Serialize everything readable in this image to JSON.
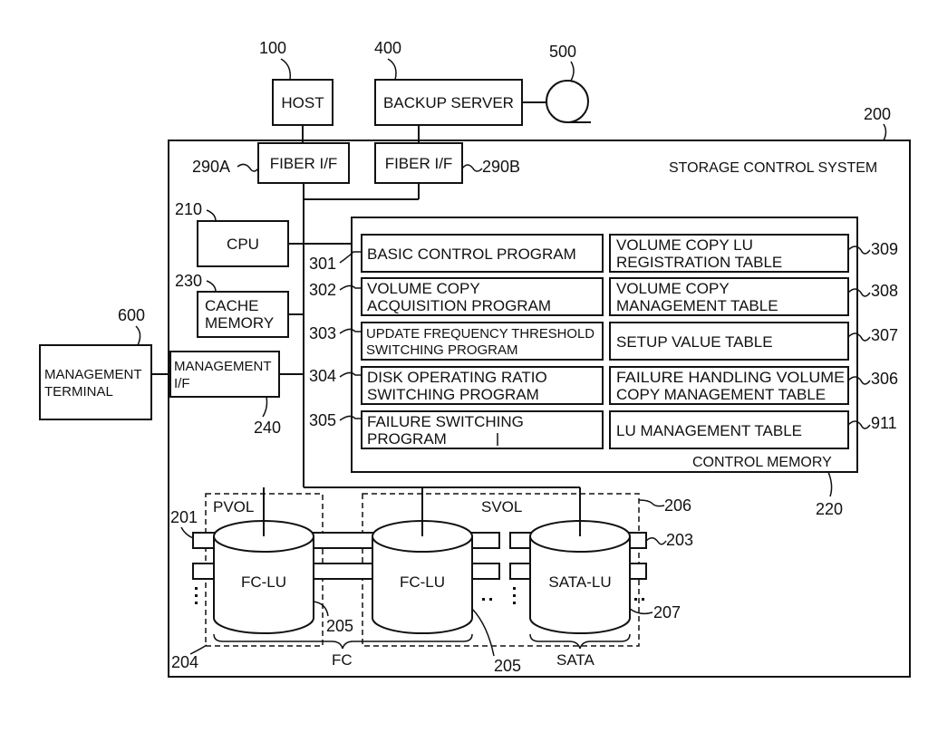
{
  "refs": {
    "host": "100",
    "backup_server": "400",
    "tape": "500",
    "storage_system": "200",
    "fiber_a": "290A",
    "fiber_b": "290B",
    "cpu": "210",
    "cache": "230",
    "mgmt_terminal": "600",
    "mgmt_if": "240",
    "control_memory": "220",
    "p301": "301",
    "p302": "302",
    "p303": "303",
    "p304": "304",
    "p305": "305",
    "t309": "309",
    "t308": "308",
    "t307": "307",
    "t306": "306",
    "t911": "911",
    "pvol_group": "201",
    "svol_group": "206",
    "sata_group": "203",
    "fc_group": "204",
    "lu_fc_1": "205",
    "lu_fc_2": "205",
    "lu_sata": "207"
  },
  "labels": {
    "host": "HOST",
    "backup_server": "BACKUP SERVER",
    "fiber_if_a": "FIBER I/F",
    "fiber_if_b": "FIBER I/F",
    "storage_control_system": "STORAGE CONTROL SYSTEM",
    "cpu": "CPU",
    "cache_line1": "CACHE",
    "cache_line2": "MEMORY",
    "mgmt_terminal_line1": "MANAGEMENT",
    "mgmt_terminal_line2": "TERMINAL",
    "mgmt_if_line1": "MANAGEMENT",
    "mgmt_if_line2": "I/F",
    "control_memory": "CONTROL MEMORY",
    "pvol": "PVOL",
    "svol": "SVOL",
    "fc_lu": "FC-LU",
    "sata_lu": "SATA-LU",
    "fc": "FC",
    "sata": "SATA"
  },
  "programs": [
    {
      "line1": "BASIC CONTROL PROGRAM",
      "line2": ""
    },
    {
      "line1": "VOLUME COPY",
      "line2": "ACQUISITION PROGRAM"
    },
    {
      "line1": "UPDATE FREQUENCY THRESHOLD",
      "line2": "SWITCHING PROGRAM"
    },
    {
      "line1": "DISK OPERATING RATIO",
      "line2": "SWITCHING PROGRAM"
    },
    {
      "line1": "FAILURE SWITCHING",
      "line2": "PROGRAM"
    }
  ],
  "tables": [
    {
      "line1": "VOLUME COPY LU",
      "line2": "REGISTRATION TABLE"
    },
    {
      "line1": "VOLUME COPY",
      "line2": "MANAGEMENT TABLE"
    },
    {
      "line1": "SETUP VALUE TABLE",
      "line2": ""
    },
    {
      "line1": "FAILURE HANDLING VOLUME",
      "line2": "COPY MANAGEMENT TABLE"
    },
    {
      "line1": "LU MANAGEMENT TABLE",
      "line2": ""
    }
  ]
}
